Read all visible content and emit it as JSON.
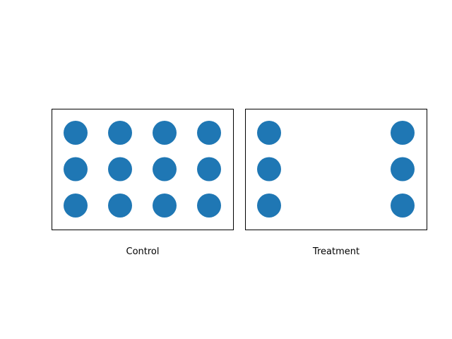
{
  "colors": {
    "dot": "#1f77b4",
    "frame": "#000000",
    "background": "#ffffff"
  },
  "panels": [
    {
      "label": "Control",
      "grid": {
        "rows": 3,
        "columns": 4
      },
      "dots": [
        [
          true,
          true,
          true,
          true
        ],
        [
          true,
          true,
          true,
          true
        ],
        [
          true,
          true,
          true,
          true
        ]
      ]
    },
    {
      "label": "Treatment",
      "grid": {
        "rows": 3,
        "columns": 4
      },
      "dots": [
        [
          true,
          false,
          false,
          true
        ],
        [
          true,
          false,
          false,
          true
        ],
        [
          true,
          false,
          false,
          true
        ]
      ]
    }
  ]
}
